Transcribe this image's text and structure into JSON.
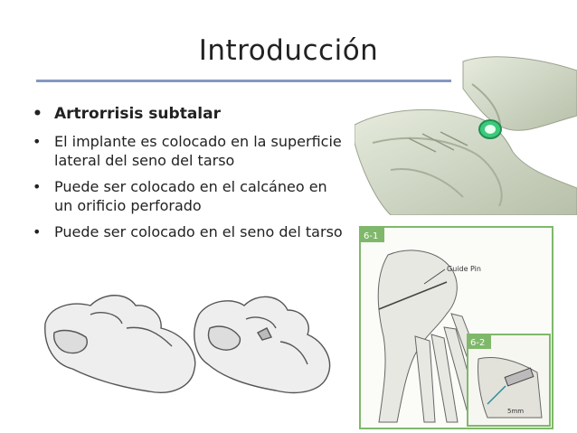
{
  "slide": {
    "title": "Introducción",
    "accent_rule_color": "#8498bf",
    "bullets": [
      {
        "text": "Artrorrisis subtalar",
        "bold": true
      },
      {
        "text": "El implante es colocado en la superficie lateral del seno del tarso",
        "bold": false
      },
      {
        "text": "Puede ser colocado en el  calcáneo en un orificio perforado",
        "bold": false
      },
      {
        "text": "Puede ser colocado en el seno del tarso",
        "bold": false
      }
    ],
    "bullet_glyph": "•"
  },
  "figures": {
    "foot_illustration": {
      "label_top": "6-1",
      "label_inset": "6-2",
      "guide_pin_label": "Guide Pin",
      "measure_label": "5mm",
      "frame_color": "#7fb86a"
    },
    "implant_3d_color": "#3ec97a"
  }
}
